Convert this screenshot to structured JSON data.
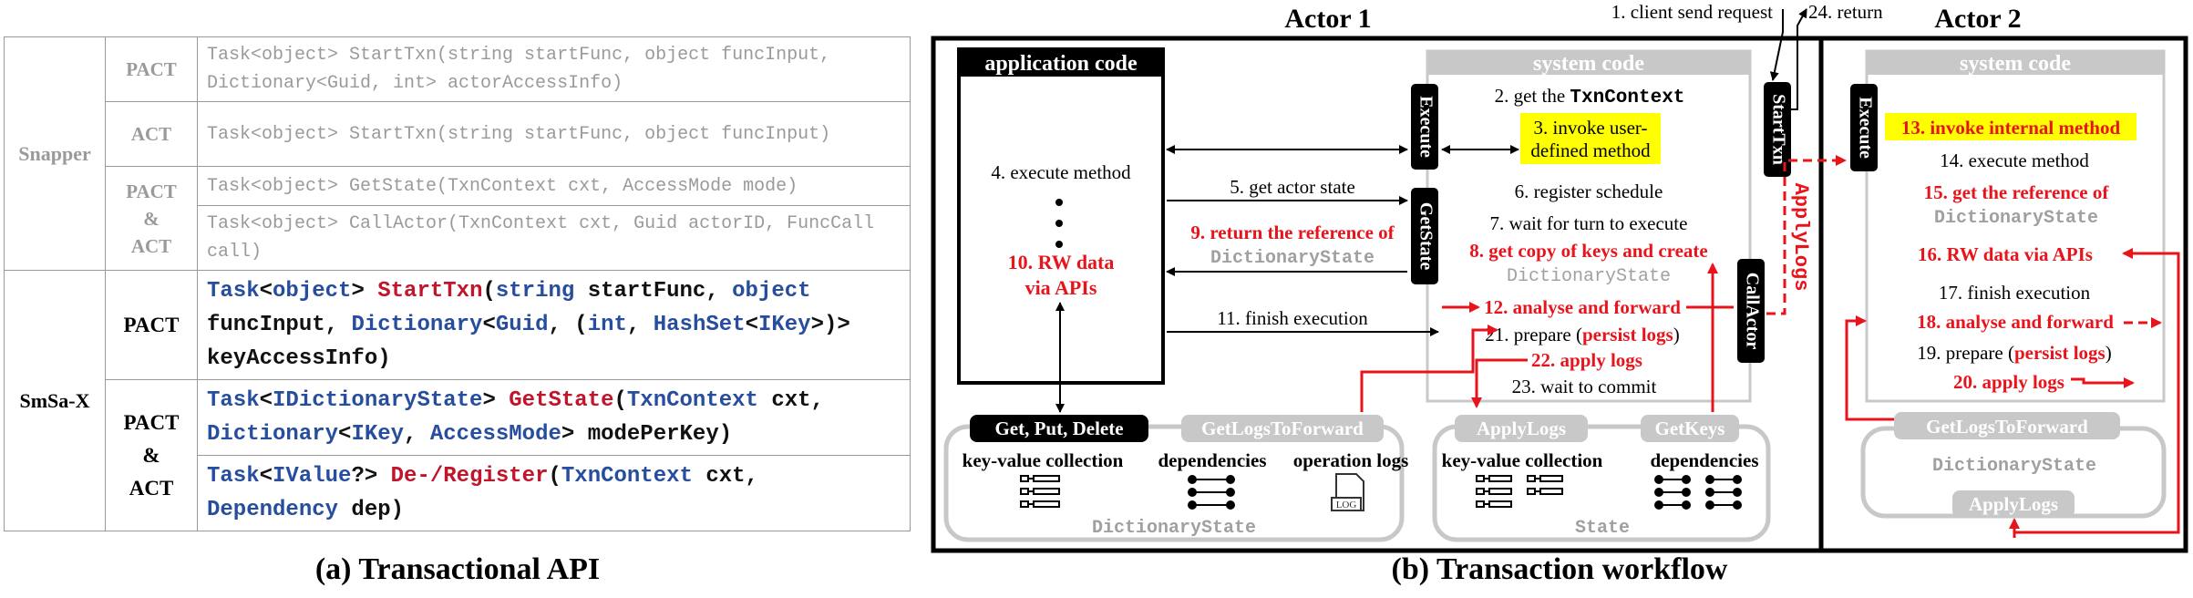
{
  "left_panel": {
    "caption": "(a) Transactional API",
    "snapper": {
      "group": "Snapper",
      "pact": {
        "label": "PACT",
        "sig": "Task<object> StartTxn(string startFunc, object funcInput, Dictionary<Guid, int> actorAccessInfo)"
      },
      "act": {
        "label": "ACT",
        "sig": "Task<object> StartTxn(string startFunc, object funcInput)"
      },
      "both": {
        "label_1": "PACT",
        "label_2": "&",
        "label_3": "ACT",
        "sig_getstate": "Task<object> GetState(TxnContext cxt, AccessMode mode)",
        "sig_callactor": "Task<object> CallActor(TxnContext cxt, Guid actorID, FuncCall call)"
      }
    },
    "smsa": {
      "group": "SmSa-X",
      "pact": {
        "label": "PACT",
        "tok": [
          "Task",
          "<",
          "object",
          "> ",
          "StartTxn",
          "(",
          "string",
          " startFunc, ",
          "object",
          " funcInput, ",
          "Dictionary",
          "<",
          "Guid",
          ", (",
          "int",
          ", ",
          "HashSet",
          "<",
          "IKey",
          ">)> keyAccessInfo)"
        ]
      },
      "both": {
        "label_1": "PACT",
        "label_2": "&",
        "label_3": "ACT",
        "getstate_tok": [
          "Task",
          "<",
          "IDictionaryState",
          "> ",
          "GetState",
          "(",
          "TxnContext",
          " cxt, ",
          "Dictionary",
          "<",
          "IKey",
          ", ",
          "AccessMode",
          "> modePerKey)"
        ],
        "register_tok": [
          "Task",
          "<",
          "IValue",
          "?> ",
          "De-/Register",
          "(",
          "TxnContext",
          " cxt, ",
          "Dependency",
          " dep)"
        ]
      }
    }
  },
  "right_panel": {
    "caption": "(b) Transaction workflow",
    "actor1": "Actor 1",
    "actor2": "Actor 2",
    "client_request": "1. client send request",
    "return": "24. return",
    "app_code": "application code",
    "system_code": "system code",
    "system_code_2": "system code",
    "execute": "Execute",
    "getstate": "GetState",
    "starttxn": "StartTxn",
    "callactor": "CallActor",
    "applylogs_vertical": "ApplyLogs",
    "execute2": "Execute",
    "step2": "2. get the ",
    "step2_mono": "TxnContext",
    "step3_a": "3. invoke user-",
    "step3_b": "defined method",
    "step4": "4. execute method",
    "step5": "5. get actor state",
    "step6": "6. register schedule",
    "step7": "7. wait for turn to execute",
    "step8": "8. get copy of keys and create",
    "step8_mono": "DictionaryState",
    "step9": "9. return the reference of",
    "step9_mono": "DictionaryState",
    "step10_a": "10. RW data",
    "step10_b": "via APIs",
    "step11": "11. finish execution",
    "step12": "12. analyse and forward",
    "step21": "21. prepare (",
    "step21_red": "persist logs",
    "step21_end": ")",
    "step22": "22. apply logs",
    "step23": "23. wait to commit",
    "step13": "13. invoke internal method",
    "step14": "14. execute method",
    "step15": "15. get the reference of",
    "step15_mono": "DictionaryState",
    "step16": "16. RW data via APIs",
    "step17": "17. finish execution",
    "step18": "18. analyse and forward",
    "step19": "19. prepare (",
    "step19_red": "persist logs",
    "step19_end": ")",
    "step20": "20. apply logs",
    "get_put_delete": "Get, Put, Delete",
    "getlogs1": "GetLogsToForward",
    "kv1": "key-value collection",
    "deps1": "dependencies",
    "oplogs": "operation logs",
    "log_icon": "LOG",
    "dictstate1": "DictionaryState",
    "applylogs_box": "ApplyLogs",
    "getkeys_box": "GetKeys",
    "kv2": "key-value collection",
    "deps2": "dependencies",
    "state": "State",
    "getlogs2": "GetLogsToForward",
    "dictstate2": "DictionaryState",
    "applylogs2": "ApplyLogs",
    "colors": {
      "red": "#e8141c",
      "yellow": "#ffff00",
      "blue": "#274e9e",
      "gray": "#c8c8c8"
    }
  }
}
